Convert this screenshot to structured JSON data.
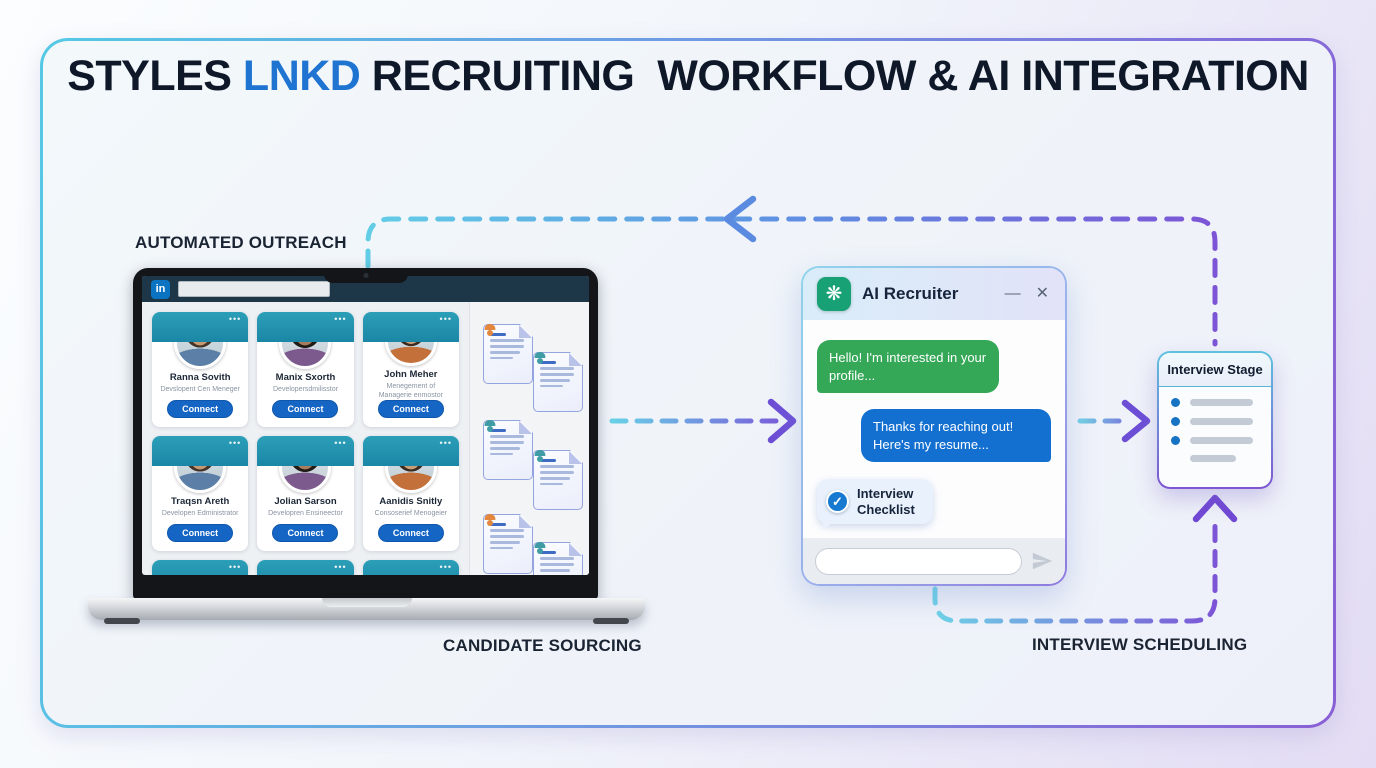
{
  "title": {
    "part1": "STYLES ",
    "brand": "LNKD",
    "part2": " RECRUITING  WORKFLOW & AI INTEGRATION"
  },
  "labels": {
    "automated_outreach": "AUTOMATED OUTREACH",
    "candidate_sourcing": "CANDIDATE SOURCING",
    "interview_scheduling": "INTERVIEW SCHEDULING"
  },
  "icons": {
    "linkedin": "in",
    "card_menu": "•••",
    "minimize": "—",
    "close": "✕",
    "openai": "❋",
    "check": "✓"
  },
  "linkedin": {
    "search_value": "",
    "connect": "Connect",
    "profiles": [
      {
        "name": "Ranna Sovith",
        "role": "Devslopent Cen Meneger"
      },
      {
        "name": "Manix Sxorth",
        "role": "Developersdmilisstor"
      },
      {
        "name": "John Meher",
        "role": "Menegement of Managerie enmostor"
      },
      {
        "name": "Traqsn Areth",
        "role": "Developen Edministrator"
      },
      {
        "name": "Jolian Sarson",
        "role": "Developren Ensineector"
      },
      {
        "name": "Aanidis Snitly",
        "role": "Consoserief Menogeier"
      }
    ]
  },
  "chat": {
    "title": "AI Recruiter",
    "recruiter_message": "Hello! I'm interested in your profile...",
    "candidate_message": "Thanks for reaching out! Here's my resume...",
    "checklist": "Interview Checklist",
    "input_value": ""
  },
  "interview_stage": {
    "title": "Interview Stage"
  },
  "colors": {
    "brand_blue": "#1f74d2",
    "linkedin_blue": "#0a74c2",
    "card_header_teal": "#1b86a6",
    "connect_blue": "#1565c5",
    "green_bubble": "#35a857",
    "blue_bubble": "#1470d0",
    "openai_green": "#17a174",
    "arrow_cyan": "#62cde6",
    "arrow_purple": "#7a55d8",
    "frame_gradient_start": "#55c9e4",
    "frame_gradient_end": "#8a5fd6"
  }
}
